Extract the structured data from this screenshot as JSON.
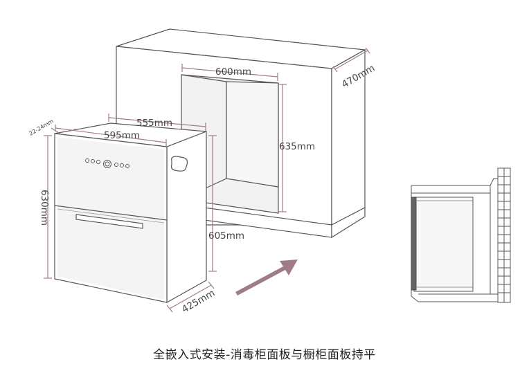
{
  "dimensions": {
    "cabinet_width": "600mm",
    "cabinet_depth": "470mm",
    "cabinet_height": "635mm",
    "appliance_inner_width": "555mm",
    "appliance_width": "595mm",
    "appliance_height": "630mm",
    "appliance_depth": "425mm",
    "appliance_body_height": "605mm",
    "top_gap": "22-24mm"
  },
  "caption": "全嵌入式安装-消毒柜面板与橱柜面板持平",
  "colors": {
    "outline": "#555555",
    "dimension_line": "#a07d86",
    "arrow": "#a07d86",
    "panel_shade": "#f2f2f2"
  },
  "icons": [
    "install-arrow-icon"
  ]
}
